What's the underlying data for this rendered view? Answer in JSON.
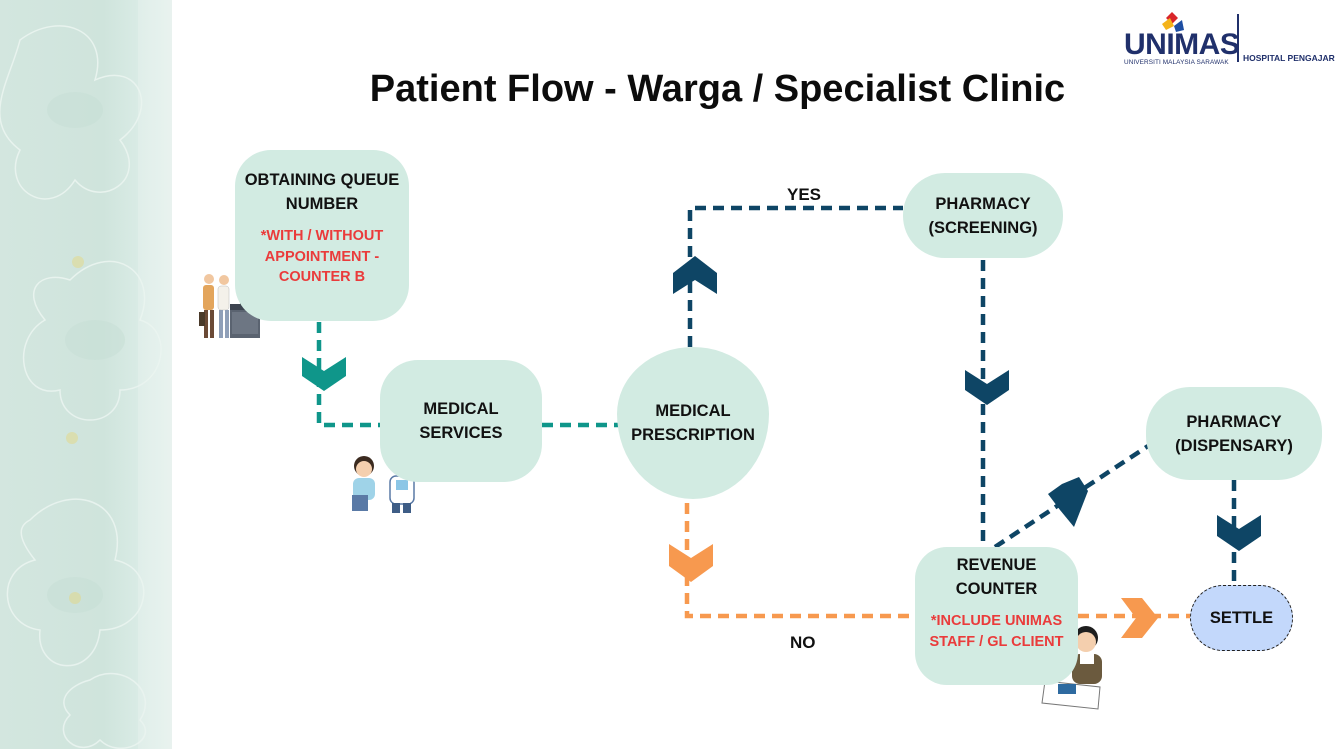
{
  "page": {
    "title": "Patient Flow - Warga / Specialist Clinic"
  },
  "logo": {
    "word": "UNIMAS",
    "subtitle": "UNIVERSITI MALAYSIA SARAWAK",
    "partner": "HOSPITAL PENGAJAR"
  },
  "colors": {
    "node_fill": "#d2ebe2",
    "settle_fill": "#c3d8fb",
    "teal_arrow": "#0f968a",
    "navy_arrow": "#0e4565",
    "orange_arrow": "#f7994f",
    "note_red": "#ea3b3b"
  },
  "nodes": {
    "queue": {
      "label": "OBTAINING QUEUE NUMBER",
      "note": "*WITH / WITHOUT APPOINTMENT - COUNTER B"
    },
    "medical_services": {
      "label": "MEDICAL SERVICES"
    },
    "prescription": {
      "label": "MEDICAL PRESCRIPTION"
    },
    "screening": {
      "label": "PHARMACY (SCREENING)"
    },
    "dispensary": {
      "label": "PHARMACY (DISPENSARY)"
    },
    "revenue": {
      "label": "REVENUE COUNTER",
      "note": "*INCLUDE UNIMAS STAFF / GL CLIENT"
    },
    "settle": {
      "label": "SETTLE"
    }
  },
  "edges": {
    "yes_label": "YES",
    "no_label": "NO"
  },
  "icons": [
    "people-at-counter-icon",
    "doctor-patient-icon",
    "cashier-icon",
    "orchid-background-pattern"
  ]
}
